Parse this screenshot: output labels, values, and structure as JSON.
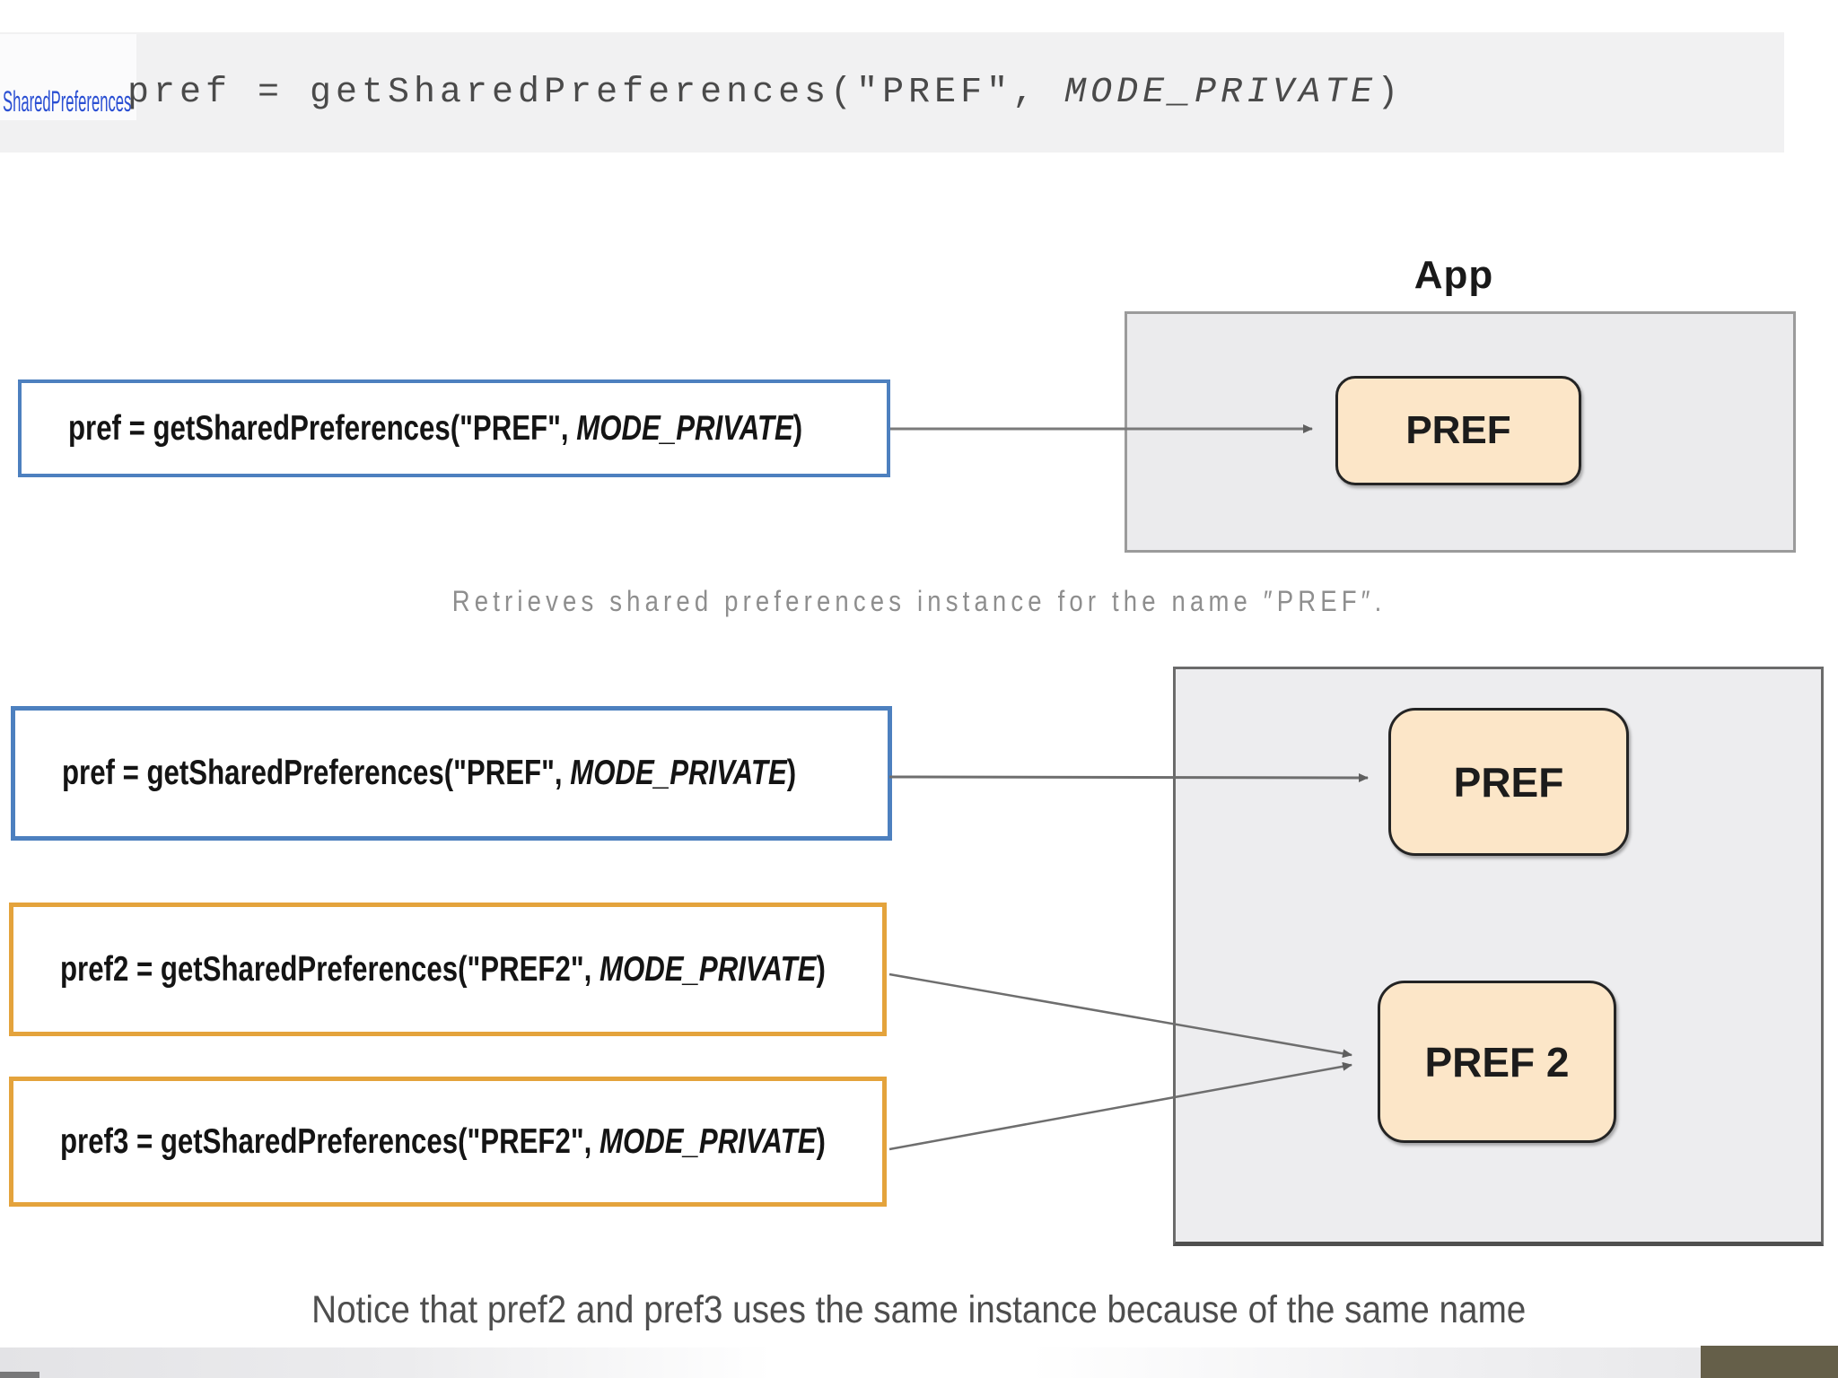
{
  "header": {
    "label": "SharedPreferences",
    "code_prefix": "pref = getSharedPreferences(\"PREF\", ",
    "code_mode": "MODE_PRIVATE",
    "code_suffix": ")"
  },
  "diagram1": {
    "app_title": "App",
    "node_pref": "PREF",
    "call_prefix": "pref = getSharedPreferences(\"PREF\", ",
    "call_mode": "MODE_PRIVATE",
    "call_suffix": ")",
    "caption": "Retrieves shared preferences instance for the name ″PREF″."
  },
  "diagram2": {
    "node_pref": "PREF",
    "node_pref2": "PREF 2",
    "calls": [
      {
        "name": "pref",
        "prefix": "pref = getSharedPreferences(\"PREF\", ",
        "mode": "MODE_PRIVATE",
        "suffix": ")",
        "accent": "#4d80bf"
      },
      {
        "name": "pref2",
        "prefix": "pref2 = getSharedPreferences(\"PREF2\", ",
        "mode": "MODE_PRIVATE",
        "suffix": ")",
        "accent": "#e4a33c"
      },
      {
        "name": "pref3",
        "prefix": "pref3 = getSharedPreferences(\"PREF2\", ",
        "mode": "MODE_PRIVATE",
        "suffix": ")",
        "accent": "#e4a33c"
      }
    ],
    "notice": "Notice that pref2 and pref3 uses the same instance because of the same name"
  },
  "colors": {
    "header_bar": "#f1f1f2",
    "label_blue": "#2a4fd3",
    "blue_border": "#4d80bf",
    "orange_border": "#e4a33c",
    "node_fill": "#fce6c8",
    "node_border": "#242424",
    "container_fill": "#ebebed",
    "container_border": "#9b9b9b",
    "arrow_gray": "#6e6e6e",
    "caption_gray": "#8e8e8e",
    "notice_gray": "#4e4e4e",
    "olive_block": "#655f49"
  }
}
